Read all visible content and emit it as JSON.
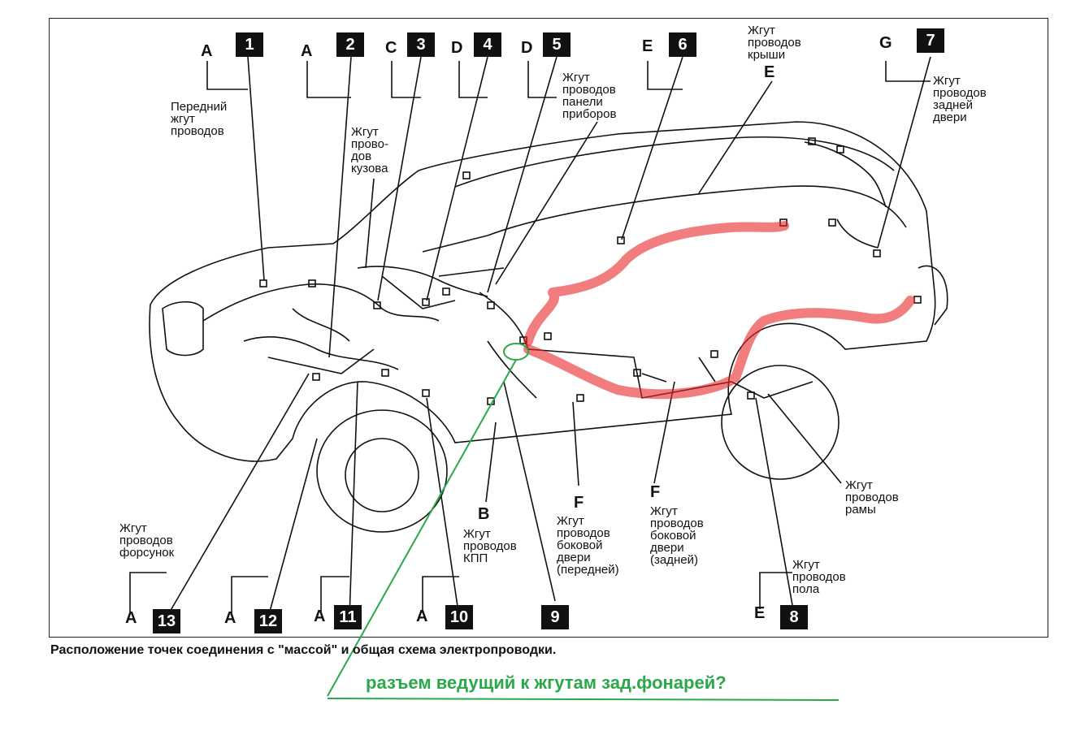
{
  "caption": "Расположение точек соединения с \"массой\" и общая схема электропроводки.",
  "question": "разъем ведущий к жгутам зад.фонарей?",
  "colors": {
    "highlight": "#e8262a",
    "annotation": "#2aa84a",
    "ink": "#111111"
  },
  "callouts": [
    {
      "num": "1",
      "letter": "A"
    },
    {
      "num": "2",
      "letter": "A"
    },
    {
      "num": "3",
      "letter": "C"
    },
    {
      "num": "4",
      "letter": "D"
    },
    {
      "num": "5",
      "letter": "D"
    },
    {
      "num": "6",
      "letter": "E"
    },
    {
      "num": "7",
      "letter": "G"
    },
    {
      "num": "8",
      "letter": "E"
    },
    {
      "num": "9",
      "letter": ""
    },
    {
      "num": "10",
      "letter": "A"
    },
    {
      "num": "11",
      "letter": "A"
    },
    {
      "num": "12",
      "letter": "A"
    },
    {
      "num": "13",
      "letter": "A"
    }
  ],
  "harness_labels": {
    "front": "Передний\nжгут\nпроводов",
    "body": "Жгут\nпрово-\nдов\nкузова",
    "instrument": "Жгут\nпроводов\nпанели\nприборов",
    "roof": "Жгут\nпроводов\nкрыши",
    "roof_letter": "E",
    "rear_door": "Жгут\nпроводов\nзадней\nдвери",
    "injectors": "Жгут\nпроводов\nфорсунок",
    "transmission": "Жгут\nпроводов\nКПП",
    "transmission_letter": "B",
    "front_door": "Жгут\nпроводов\nбоковой\nдвери\n(передней)",
    "front_door_letter": "F",
    "rear_side_door": "Жгут\nпроводов\nбоковой\nдвери\n(задней)",
    "rear_side_door_letter": "F",
    "frame": "Жгут\nпроводов\nрамы",
    "floor": "Жгут\nпроводов\nпола"
  }
}
